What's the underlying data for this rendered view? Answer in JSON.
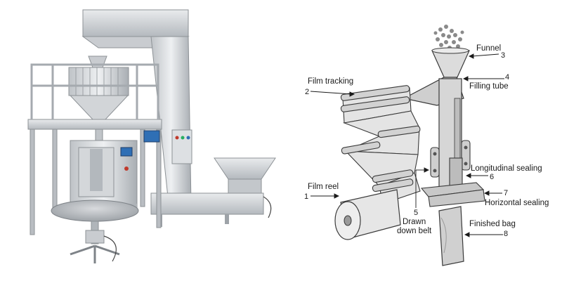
{
  "figure": {
    "components": [
      {
        "number": "1",
        "label": "Film reel"
      },
      {
        "number": "2",
        "label": "Film tracking"
      },
      {
        "number": "3",
        "label": "Funnel"
      },
      {
        "number": "4",
        "label": "Filling tube"
      },
      {
        "number": "5",
        "label": "Drawn\ndown belt"
      },
      {
        "number": "6",
        "label": "Longitudinal sealing"
      },
      {
        "number": "7",
        "label": "Horizontal sealing"
      },
      {
        "number": "8",
        "label": "Finished bag"
      }
    ],
    "colors": {
      "steel_light": "#e6e8ea",
      "steel_mid": "#bfc3c7",
      "steel_dark": "#8d9296",
      "panel_blue": "#2f6fb5",
      "diagram_fill": "#d9d9d9",
      "diagram_stroke": "#3a3a3a",
      "granule": "#8a8a8a"
    },
    "icons": [
      "vffs-machine-photo",
      "packaging-process-diagram"
    ]
  }
}
